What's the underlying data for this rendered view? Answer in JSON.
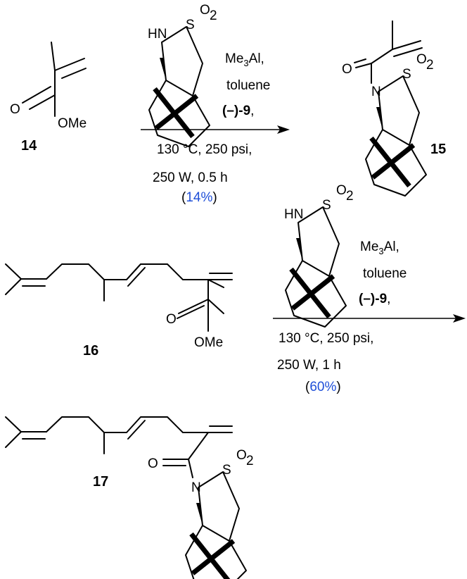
{
  "compounds": {
    "c14": "14",
    "c15": "15",
    "c16": "16",
    "c17": "17"
  },
  "atoms": {
    "O": "O",
    "OMe": "OMe",
    "N": "N",
    "HN": "HN",
    "S": "S",
    "O2": "O",
    "sub2": "2"
  },
  "reaction1": {
    "reagent_me": "Me",
    "reagent_sub": "3",
    "reagent_al": "Al,",
    "solvent": "toluene",
    "aux_open": "(–)-",
    "aux_num": "9",
    "aux_comma": ",",
    "temp_pressure": "130 °C, 250 psi,",
    "power_time": "250 W, 0.5 h",
    "yield_open": "(",
    "yield": "14%",
    "yield_close": ")"
  },
  "reaction2": {
    "reagent_me": "Me",
    "reagent_sub": "3",
    "reagent_al": "Al,",
    "solvent": "toluene",
    "aux_open": "(–)-",
    "aux_num": "9",
    "aux_comma": ",",
    "temp_pressure": "130 °C, 250 psi,",
    "power_time": "250 W, 1 h",
    "yield_open": "(",
    "yield": "60%",
    "yield_close": ")"
  },
  "colors": {
    "yield": "#1f4fd8",
    "ink": "#000000"
  }
}
